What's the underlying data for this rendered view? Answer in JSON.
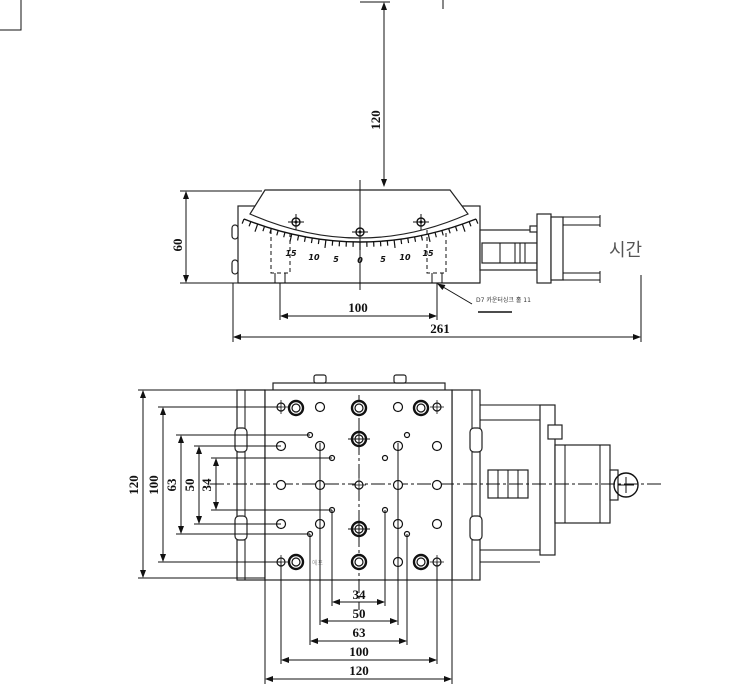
{
  "side_view": {
    "height_dim": "120",
    "body_height_dim": "60",
    "mount_spacing_dim": "100",
    "overall_length_dim": "261",
    "scale_labels": [
      "15",
      "10",
      "5",
      "0",
      "5",
      "10",
      "15"
    ],
    "counterbore_note": "D7 카운터싱크 홀 11",
    "overlay_label": "시간"
  },
  "top_view": {
    "left_dims": [
      "120",
      "100",
      "63",
      "50",
      "34"
    ],
    "bottom_dims": [
      "34",
      "50",
      "63",
      "100",
      "120"
    ],
    "small_label": "에프"
  }
}
